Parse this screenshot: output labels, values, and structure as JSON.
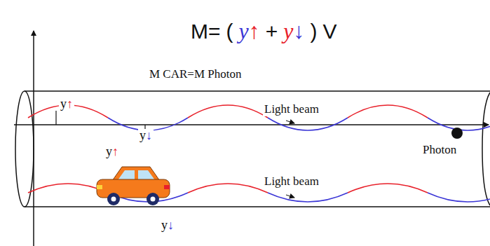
{
  "diagram": {
    "labels": [
      "M=",
      "(",
      "y↑",
      "+",
      "y↓",
      ")",
      "V",
      "M CAR=M Photon",
      "y↑",
      "Light beam",
      "y↓",
      "y↑",
      "Photon",
      "Light beam",
      "y↓"
    ]
  }
}
